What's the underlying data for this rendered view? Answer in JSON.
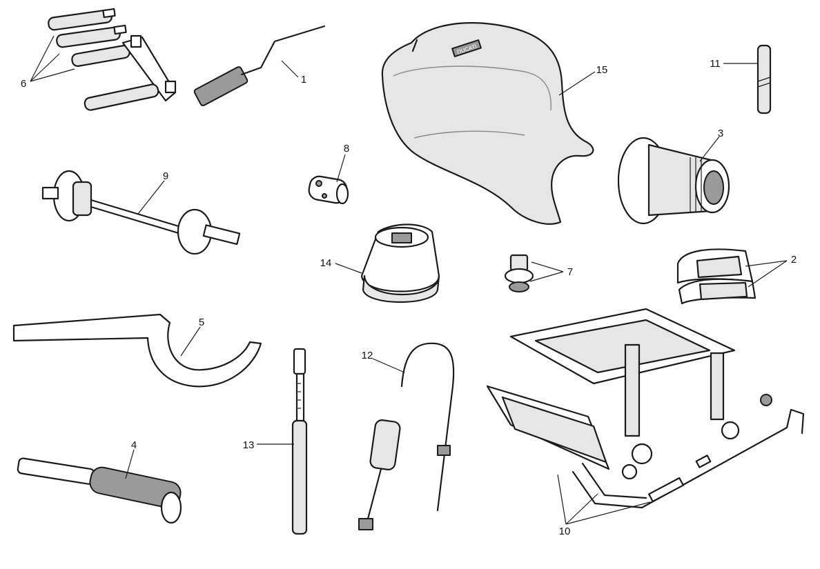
{
  "callouts": [
    {
      "id": "c1",
      "label": "1"
    },
    {
      "id": "c2",
      "label": "2"
    },
    {
      "id": "c3",
      "label": "3"
    },
    {
      "id": "c4",
      "label": "4"
    },
    {
      "id": "c5",
      "label": "5"
    },
    {
      "id": "c6",
      "label": "6"
    },
    {
      "id": "c7",
      "label": "7"
    },
    {
      "id": "c8",
      "label": "8"
    },
    {
      "id": "c9",
      "label": "9"
    },
    {
      "id": "c10",
      "label": "10"
    },
    {
      "id": "c11",
      "label": "11"
    },
    {
      "id": "c12",
      "label": "12"
    },
    {
      "id": "c13",
      "label": "13"
    },
    {
      "id": "c14",
      "label": "14"
    },
    {
      "id": "c15",
      "label": "15"
    }
  ],
  "seat_logo": "DUCATI"
}
